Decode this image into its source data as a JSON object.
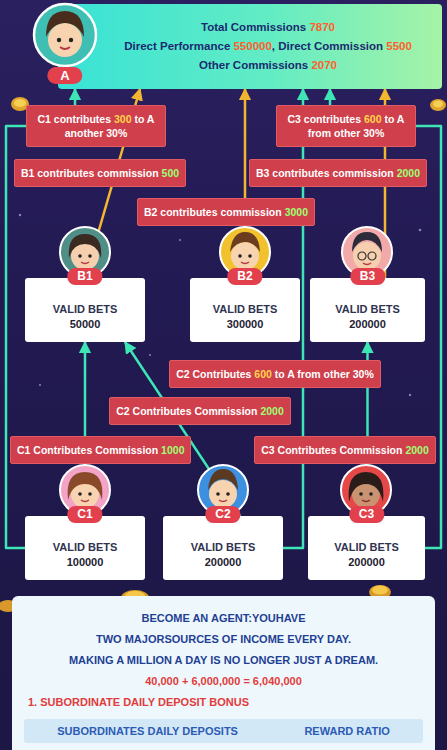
{
  "diagram": {
    "nodes": [
      {
        "text": [
          "A"
        ]
      },
      {
        "text": [
          "Total Commissions 7870",
          "Direct Performance 550000, Direct Commission 5500",
          "Other Commissions 2070"
        ]
      },
      {
        "text": [
          "B1",
          "VALID BETS",
          "50000"
        ]
      },
      {
        "text": [
          "B2",
          "VALID BETS",
          "300000"
        ]
      },
      {
        "text": [
          "B3",
          "VALID BETS",
          "200000"
        ]
      },
      {
        "text": [
          "C1",
          "VALID BETS",
          "100000"
        ]
      },
      {
        "text": [
          "C2",
          "VALID BETS",
          "200000"
        ]
      },
      {
        "text": [
          "C3",
          "VALID BETS",
          "200000"
        ]
      },
      {
        "text": [
          "BECOME AN AGENT:YOUHAVE",
          "TWO MAJORSOURCES OF INCOME EVERY DAY.",
          "MAKING A MILLION A DAY IS NO LONGER JUST A DREAM.",
          "40,000 + 6,000,000 = 6,040,000",
          "1. SUBORDINATE DAILY DEPOSIT BONUS"
        ]
      },
      {
        "text": [
          "SUBORDINATES DAILY DEPOSITS",
          "REWARD RATIO"
        ],
        "in": 8
      }
    ],
    "edges": [
      {
        "from": 2,
        "to": 1,
        "label": "B1 contributes commission 500",
        "arrow": "to"
      },
      {
        "from": 3,
        "to": 1,
        "label": "B2 contributes commission 3000",
        "arrow": "to"
      },
      {
        "from": 4,
        "to": 1,
        "label": "B3 contributes commission 2000",
        "arrow": "to"
      },
      {
        "from": 5,
        "to": 2,
        "label": "C1 Contributes Commission 1000",
        "arrow": "to"
      },
      {
        "from": 6,
        "to": 2,
        "label": "C2 Contributes Commission 2000",
        "arrow": "to"
      },
      {
        "from": 7,
        "to": 4,
        "label": "C3 Contributes Commission 2000",
        "arrow": "to"
      },
      {
        "from": 5,
        "to": 1,
        "label": "C1 contributes 300 to A another 30%",
        "arrow": "to"
      },
      {
        "from": 6,
        "to": 1,
        "label": "C2 Contributes 600 to A from other 30%",
        "arrow": "to"
      },
      {
        "from": 7,
        "to": 1,
        "label": "C3 contributes 600 to A from other 30%",
        "arrow": "to"
      }
    ]
  }
}
